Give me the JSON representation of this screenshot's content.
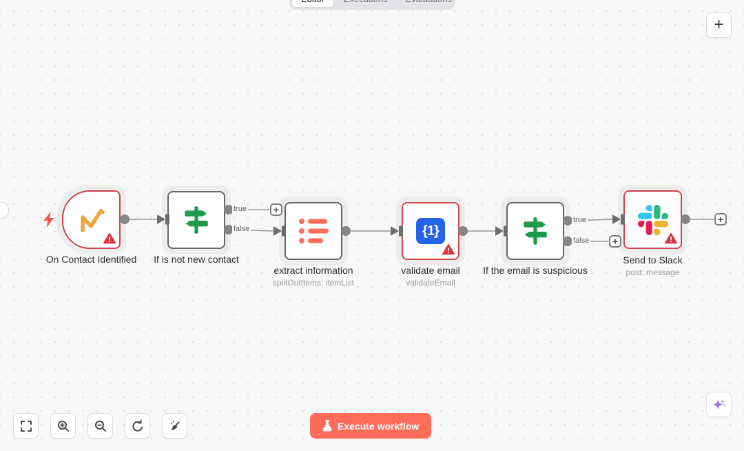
{
  "header": {
    "tabs": [
      {
        "label": "Editor",
        "active": true
      },
      {
        "label": "Executions",
        "active": false
      },
      {
        "label": "Evaluations",
        "active": false
      }
    ]
  },
  "workflow": {
    "nodes": [
      {
        "name": "On Contact Identified",
        "type": "trigger",
        "icon": "mautic-icon",
        "has_warning": true
      },
      {
        "name": "If is not new contact",
        "type": "if",
        "icon": "if-signpost-icon",
        "outputs": [
          "true",
          "false"
        ]
      },
      {
        "name": "extract information",
        "subtitle": "splitOutItems: itemList",
        "type": "action",
        "icon": "split-out-list-icon"
      },
      {
        "name": "validate email",
        "subtitle": "validateEmail",
        "type": "action",
        "icon": "code-tool-icon",
        "icon_text": "{1}",
        "has_warning": true
      },
      {
        "name": "If the email is suspicious",
        "type": "if",
        "icon": "if-signpost-icon",
        "outputs": [
          "true",
          "false"
        ]
      },
      {
        "name": "Send to Slack",
        "subtitle": "post: message",
        "type": "action",
        "icon": "slack-icon",
        "has_warning": true
      }
    ]
  },
  "controls": {
    "add_node_label": "+",
    "plus_connector_label": "+",
    "execute_button_label": "Execute workflow",
    "zoom_toolbar": [
      "fit-view",
      "zoom-in",
      "zoom-out",
      "reset-zoom",
      "tidy-up"
    ]
  },
  "colors": {
    "accent": "#ff6d5a",
    "error_border": "#d2434e",
    "if_green": "#1e9a4c",
    "split_out_orange": "#ff6d5a",
    "code_blue": "#2563eb",
    "mautic_amber": "#f2a33c",
    "assistant_purple": "#9b6df2",
    "canvas_bg": "#f8f8f8"
  }
}
